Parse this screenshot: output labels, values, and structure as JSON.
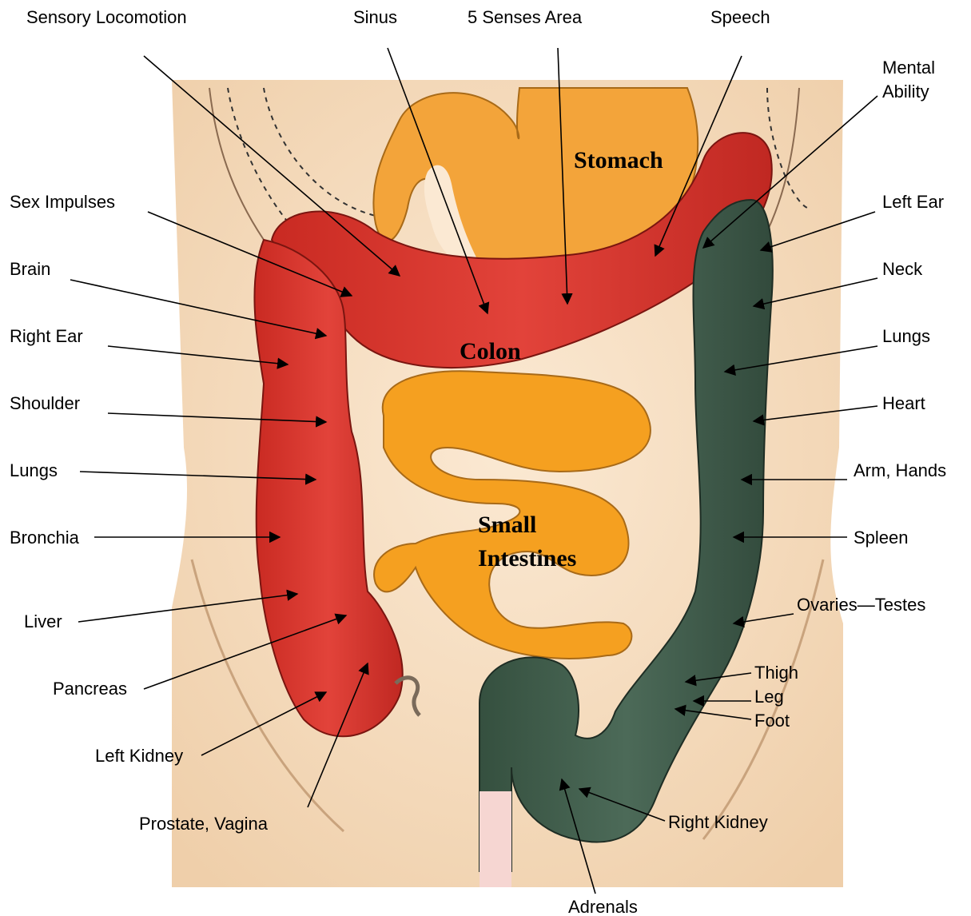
{
  "organs": {
    "stomach": "Stomach",
    "colon": "Colon",
    "small_intestines_1": "Small",
    "small_intestines_2": "Intestines"
  },
  "labels": {
    "sensory_locomotion": "Sensory Locomotion",
    "sinus": "Sinus",
    "five_senses_area": "5 Senses Area",
    "speech": "Speech",
    "mental_ability_1": "Mental",
    "mental_ability_2": "Ability",
    "sex_impulses": "Sex Impulses",
    "brain": "Brain",
    "right_ear": "Right Ear",
    "shoulder": "Shoulder",
    "lungs_left_side": "Lungs",
    "bronchia": "Bronchia",
    "liver": "Liver",
    "pancreas": "Pancreas",
    "left_kidney": "Left Kidney",
    "prostate_vagina": "Prostate, Vagina",
    "left_ear": "Left Ear",
    "neck": "Neck",
    "lungs_right_side": "Lungs",
    "heart": "Heart",
    "arm_hands": "Arm, Hands",
    "spleen": "Spleen",
    "ovaries_testes": "Ovaries—Testes",
    "thigh": "Thigh",
    "leg": "Leg",
    "foot": "Foot",
    "right_kidney": "Right Kidney",
    "adrenals": "Adrenals"
  },
  "colors": {
    "skin": "#f8e2c6",
    "skin_shadow": "#e9c8a2",
    "colon_red": "#d8342a",
    "colon_dark": "#b32420",
    "small_intestine_orange": "#f5a020",
    "stomach_orange": "#f2a93a",
    "descending_colon_green": "#3f5a4a",
    "line_black": "#000000"
  }
}
